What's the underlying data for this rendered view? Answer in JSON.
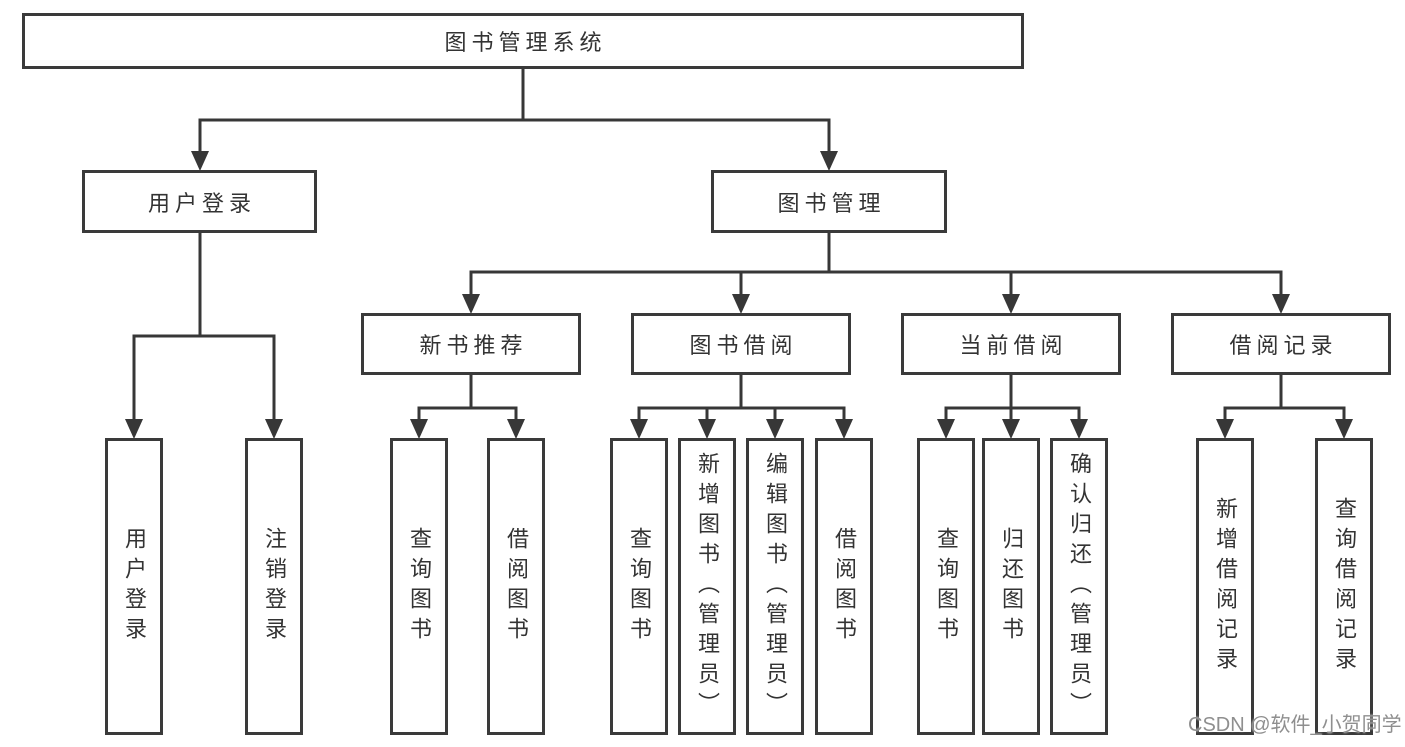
{
  "nodes": {
    "root": "图书管理系统",
    "level2": [
      "用户登录",
      "图书管理"
    ],
    "level3": [
      "新书推荐",
      "图书借阅",
      "当前借阅",
      "借阅记录"
    ],
    "leaves": {
      "login": [
        "用户登录",
        "注销登录"
      ],
      "recommend": [
        "查询图书",
        "借阅图书"
      ],
      "borrow": [
        "查询图书",
        "新增图书（管理员）",
        "编辑图书（管理员）",
        "借阅图书"
      ],
      "current": [
        "查询图书",
        "归还图书",
        "确认归还（管理员）"
      ],
      "records": [
        "新增借阅记录",
        "查询借阅记录"
      ]
    }
  },
  "watermark": "CSDN @软件_小贺同学",
  "colors": {
    "line": "#373737",
    "text": "#333333",
    "box_background": "#ffffff",
    "watermark": "#8f8f8f",
    "background": "#ffffff"
  }
}
